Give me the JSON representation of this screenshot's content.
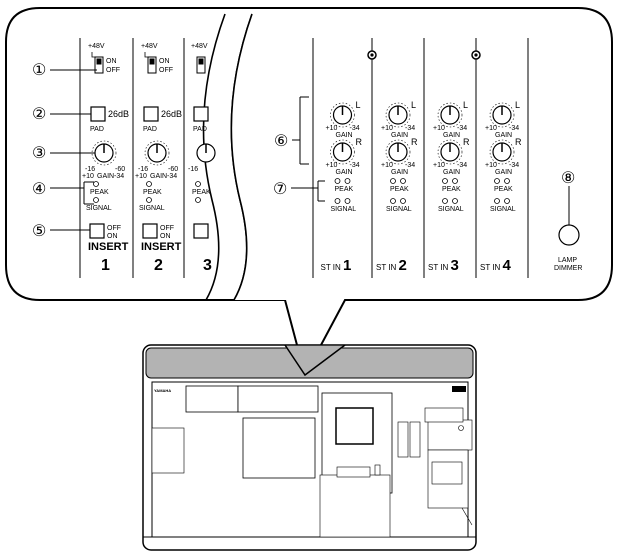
{
  "callouts": [
    "①",
    "②",
    "③",
    "④",
    "⑤",
    "⑥",
    "⑦",
    "⑧"
  ],
  "mono_channels": [
    "1",
    "2",
    "3"
  ],
  "stereo_channels": [
    "1",
    "2",
    "3",
    "4"
  ],
  "labels": {
    "phantom": "+48V",
    "on": "ON",
    "off": "OFF",
    "pad_value": "26dB",
    "pad": "PAD",
    "gain": "GAIN",
    "gain_min_mono": "-16",
    "gain_max_mono": "-60",
    "gain_low_mono": "+10",
    "gain_high_mono": "-34",
    "gain_min_st": "+10",
    "gain_max_st": "-34",
    "peak": "PEAK",
    "signal": "SIGNAL",
    "insert": "INSERT",
    "insert_off": "OFF",
    "insert_on": "ON",
    "st_in": "ST IN",
    "left": "L",
    "right": "R",
    "lamp": "LAMP",
    "dimmer": "DIMMER",
    "brand": "YAMAHA"
  }
}
